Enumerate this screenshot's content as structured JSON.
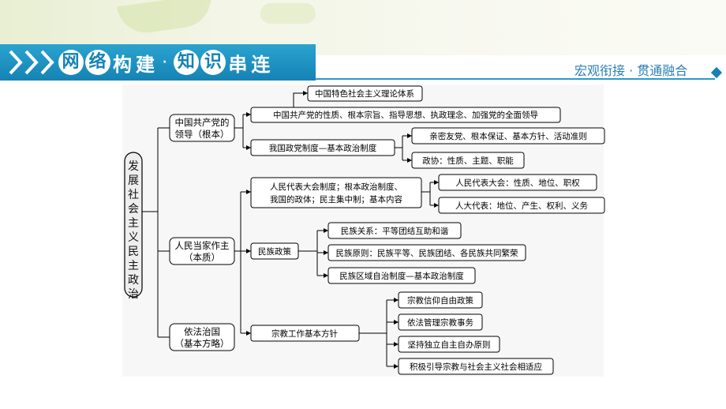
{
  "header": {
    "title_chars": [
      "网",
      "络",
      "构",
      "建",
      "知",
      "识",
      "串",
      "连"
    ],
    "separator": "·",
    "slogan": "宏观衔接 · 贯通融合"
  },
  "diagram": {
    "root": "发展社会主义民主政治",
    "level1": {
      "party": "中国共产党的领导（根本）",
      "people": "人民当家作主（本质）",
      "law": "依法治国（基本方略）"
    },
    "party_branch": {
      "theory": "中国特色社会主义理论体系",
      "nature": "中国共产党的性质、根本宗旨、指导思想、执政理念、加强党的全面领导",
      "system": "我国政党制度—基本政治制度",
      "friend": "亲密友党、根本保证、基本方针、活动准则",
      "cppcc": "政协：性质、主题、职能"
    },
    "people_branch": {
      "npc_system": "人民代表大会制度；根本政治制度、我国的政体；民主集中制；基本内容",
      "npc": "人民代表大会：性质、地位、职权",
      "deputy": "人大代表：地位、产生、权利、义务",
      "ethnic": "民族政策",
      "ethnic_relation": "民族关系：平等团结互助和谐",
      "ethnic_principle": "民族原则：民族平等、民族团结、各民族共同繁荣",
      "autonomy": "民族区域自治制度—基本政治制度",
      "religion": "宗教工作基本方针",
      "rel1": "宗教信仰自由政策",
      "rel2": "依法管理宗教事务",
      "rel3": "坚持独立自主自办原则",
      "rel4": "积极引导宗教与社会主义社会相适应"
    }
  }
}
